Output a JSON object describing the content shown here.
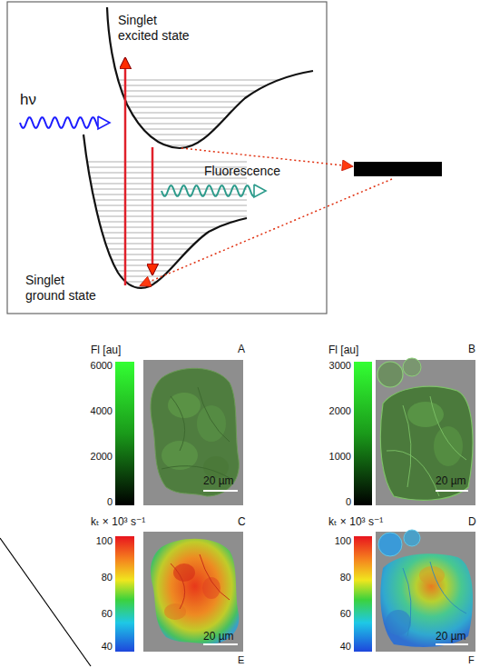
{
  "diagram": {
    "labels": [
      "Singlet excited state",
      "hν",
      "Fluorescence",
      "Singlet ground state",
      "Fl [au]",
      "A",
      "6000",
      "4000",
      "2000",
      "0",
      "20 µm",
      "Fl [au]",
      "B",
      "3000",
      "2000",
      "1000",
      "0",
      "20 µm",
      "kₜ × 10³ s⁻¹",
      "C",
      "100",
      "80",
      "60",
      "40",
      "20 µm",
      "kₜ × 10³ s⁻¹",
      "D",
      "100",
      "80",
      "60",
      "40",
      "20 µm",
      "E",
      "F"
    ]
  }
}
